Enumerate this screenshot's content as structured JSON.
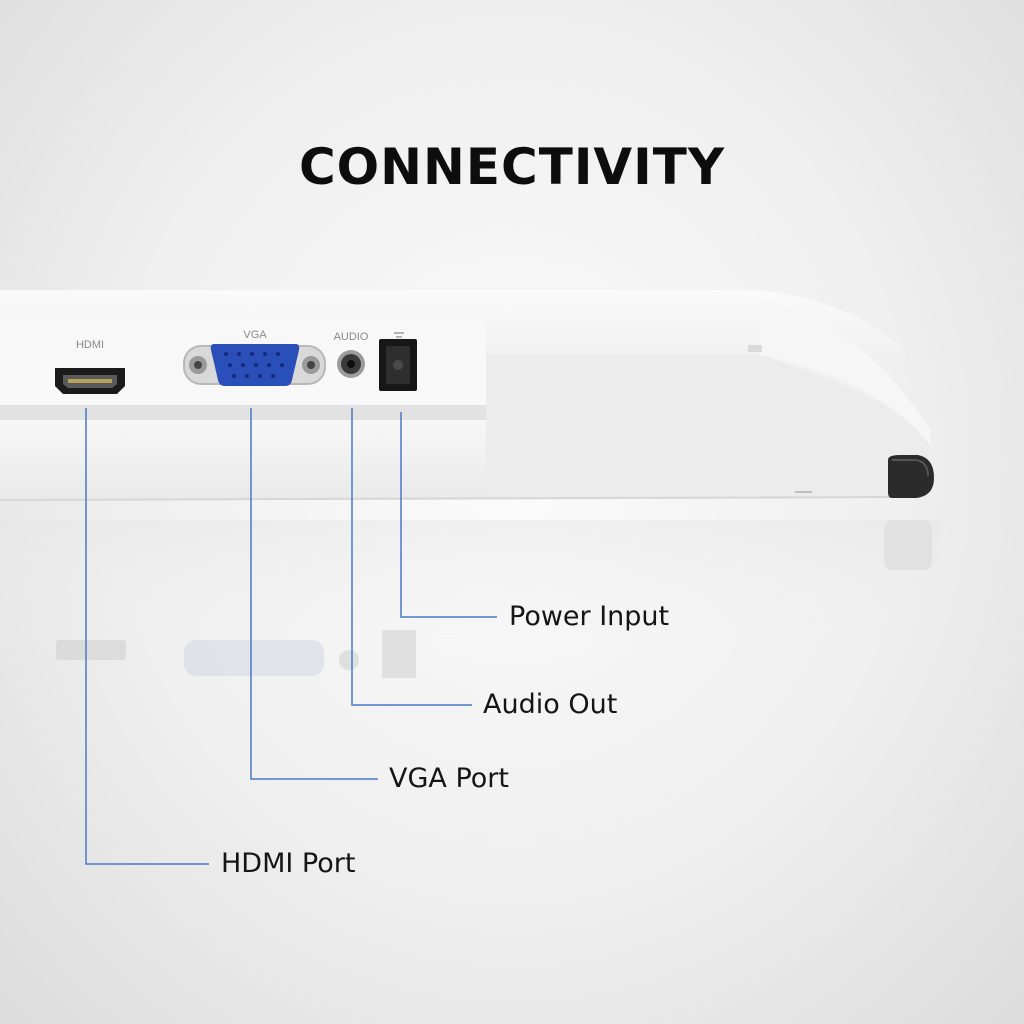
{
  "title": "CONNECTIVITY",
  "port_engravings": {
    "hdmi": "HDMI",
    "vga": "VGA",
    "audio": "AUDIO"
  },
  "callouts": [
    {
      "id": "power",
      "label": "Power Input"
    },
    {
      "id": "audio",
      "label": "Audio Out"
    },
    {
      "id": "vga",
      "label": "VGA Port"
    },
    {
      "id": "hdmi",
      "label": "HDMI Port"
    }
  ],
  "colors": {
    "leader_line": "#4a78c8",
    "vga_connector": "#2a4fb8",
    "monitor_body": "#f4f4f4",
    "title_text": "#0d0d0d"
  }
}
